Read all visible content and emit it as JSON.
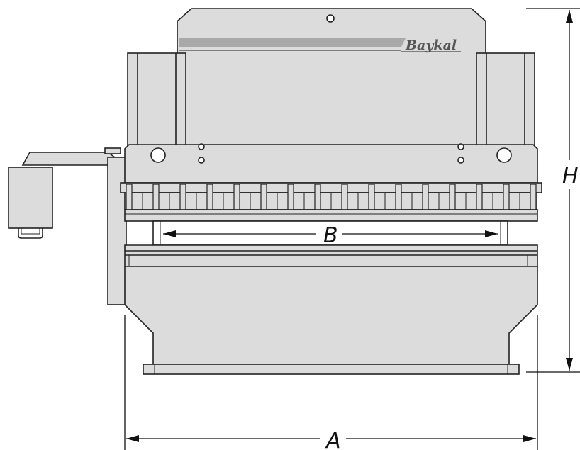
{
  "drawing": {
    "brand_logo": "Baykal",
    "dim_width_label": "A",
    "dim_height_label": "H",
    "dim_inner_label": "B",
    "colors": {
      "body": "#dcdcdc",
      "outline": "#222222",
      "stripe": "#a9a9a9",
      "background": "#ffffff"
    }
  }
}
